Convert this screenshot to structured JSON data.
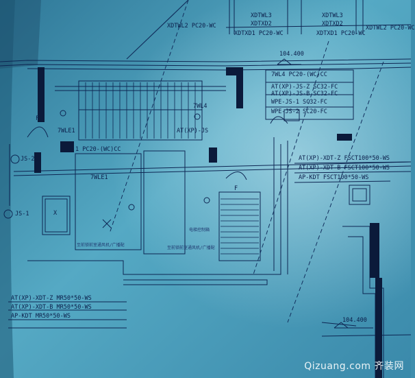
{
  "labels": {
    "top_left_1": "XDTWL2 PC20-WC",
    "top_mid_1": "XDTWL3",
    "top_mid_2": "XDTXD2",
    "top_mid_3": "XDTXD1 PC20-WC",
    "top_right_1": "XDTWL3",
    "top_right_2": "XDTXD2",
    "top_right_3": "XDTXD1 PC20-WC",
    "top_far_right": "XDTWL2 PC20-WC",
    "elev_top": "104.400",
    "elev_bottom": "104.400",
    "r1": "7WL4 PC20-(WC)CC",
    "r2": "AT(XP)-JS-Z SC32-FC",
    "r3": "AT(XP)-JS-B SC32-FC",
    "r4": "WPE-JS-1 SC32-FC",
    "r5": "WPE-JS-2 SC20-FC",
    "wl4": "7WL4",
    "at_js": "AT(XP)-JS",
    "wle1_top": "7WLE1",
    "wle1_mid": "7WLE1",
    "pc20_cc": "1 PC20-(WC)CC",
    "js2": "JS-2",
    "js1": "JS-1",
    "fsct1": "AT(XP)-XDT-Z FSCT100*50-WS",
    "fsct2": "AT(XP)-XDT-B FSCT100*50-WS",
    "fsct3": "AP-KDT FSCT100*50-WS",
    "mr1": "AT(XP)-XDT-Z MR50*50-WS",
    "mr2": "AT(XP)-XDT-B MR50*50-WS",
    "mr3": "AP-KDT MR50*50-WS",
    "room1": "至前锁前室通风机/广播配",
    "room2": "至前锁前室通风机/广播配",
    "tiny_label": "电梯控制箱",
    "x_mark": "X",
    "f_mark1": "F",
    "f_mark2": "F"
  },
  "watermark": "Qizuang.com 齐装网"
}
